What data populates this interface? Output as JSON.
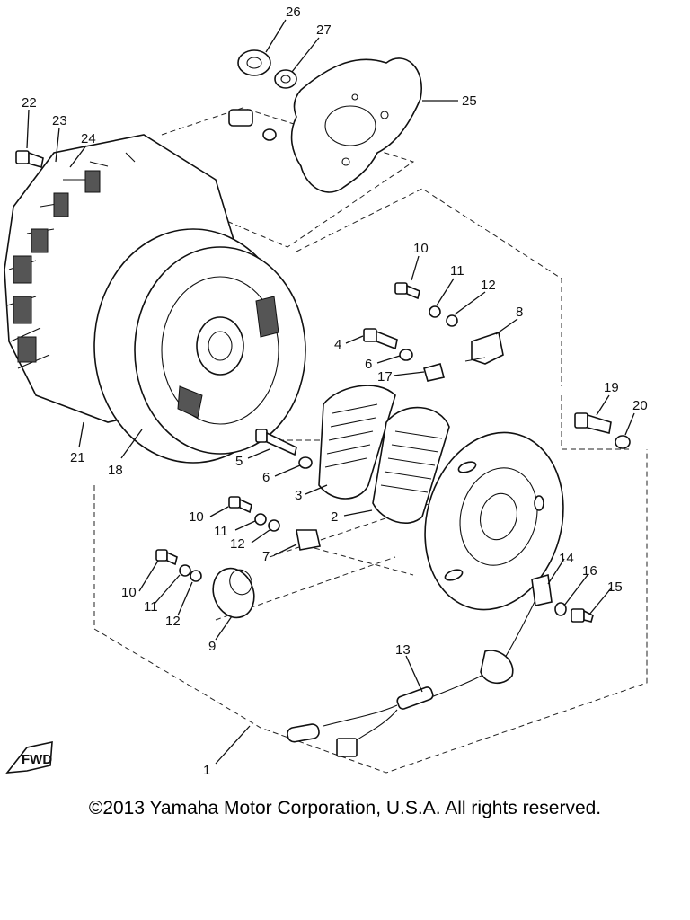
{
  "diagram": {
    "callouts": [
      {
        "id": "c26",
        "label": "26"
      },
      {
        "id": "c27",
        "label": "27"
      },
      {
        "id": "c25",
        "label": "25"
      },
      {
        "id": "c22",
        "label": "22"
      },
      {
        "id": "c23",
        "label": "23"
      },
      {
        "id": "c24",
        "label": "24"
      },
      {
        "id": "c10a",
        "label": "10"
      },
      {
        "id": "c11a",
        "label": "11"
      },
      {
        "id": "c12a",
        "label": "12"
      },
      {
        "id": "c8",
        "label": "8"
      },
      {
        "id": "c4",
        "label": "4"
      },
      {
        "id": "c6a",
        "label": "6"
      },
      {
        "id": "c17",
        "label": "17"
      },
      {
        "id": "c19",
        "label": "19"
      },
      {
        "id": "c20",
        "label": "20"
      },
      {
        "id": "c21",
        "label": "21"
      },
      {
        "id": "c18",
        "label": "18"
      },
      {
        "id": "c5",
        "label": "5"
      },
      {
        "id": "c6b",
        "label": "6"
      },
      {
        "id": "c3",
        "label": "3"
      },
      {
        "id": "c2",
        "label": "2"
      },
      {
        "id": "c10b",
        "label": "10"
      },
      {
        "id": "c11b",
        "label": "11"
      },
      {
        "id": "c12b",
        "label": "12"
      },
      {
        "id": "c7",
        "label": "7"
      },
      {
        "id": "c10c",
        "label": "10"
      },
      {
        "id": "c11c",
        "label": "11"
      },
      {
        "id": "c12c",
        "label": "12"
      },
      {
        "id": "c9",
        "label": "9"
      },
      {
        "id": "c14",
        "label": "14"
      },
      {
        "id": "c16",
        "label": "16"
      },
      {
        "id": "c15",
        "label": "15"
      },
      {
        "id": "c13",
        "label": "13"
      },
      {
        "id": "c1",
        "label": "1"
      }
    ],
    "fwd_label": "FWD"
  },
  "footer": {
    "copyright": "©2013 Yamaha Motor Corporation, U.S.A. All rights reserved."
  }
}
